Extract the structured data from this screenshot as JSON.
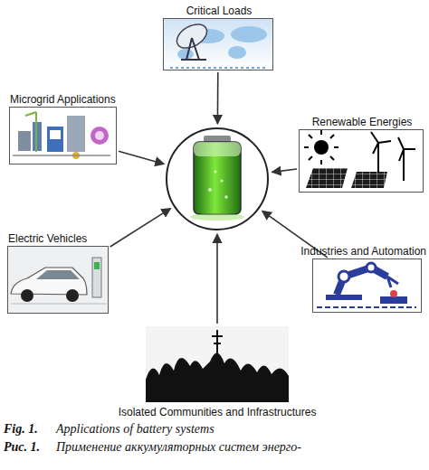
{
  "diagram": {
    "caption": "Applications of battery systems",
    "nodes": [
      {
        "text": [
          "Critical Loads"
        ]
      },
      {
        "text": [
          "Microgrid Applications"
        ]
      },
      {
        "text": [
          "Renewable Energies"
        ]
      },
      {
        "text": []
      },
      {
        "text": [
          "Electric Vehicles"
        ]
      },
      {
        "text": [
          "Industries and Automation"
        ]
      },
      {
        "text": [
          "Isolated Communities and Infrastructures"
        ]
      }
    ],
    "edges": [
      {
        "from": 0,
        "to": 3,
        "arrow": "to"
      },
      {
        "from": 1,
        "to": 3,
        "arrow": "to"
      },
      {
        "from": 2,
        "to": 3,
        "arrow": "to"
      },
      {
        "from": 4,
        "to": 3,
        "arrow": "to"
      },
      {
        "from": 5,
        "to": 3,
        "arrow": "to"
      },
      {
        "from": 6,
        "to": 3,
        "arrow": "to"
      }
    ],
    "labels": [
      "Fig. 1.",
      "Рис. 1.",
      "Применение аккумуляторных систем энерго-"
    ]
  }
}
